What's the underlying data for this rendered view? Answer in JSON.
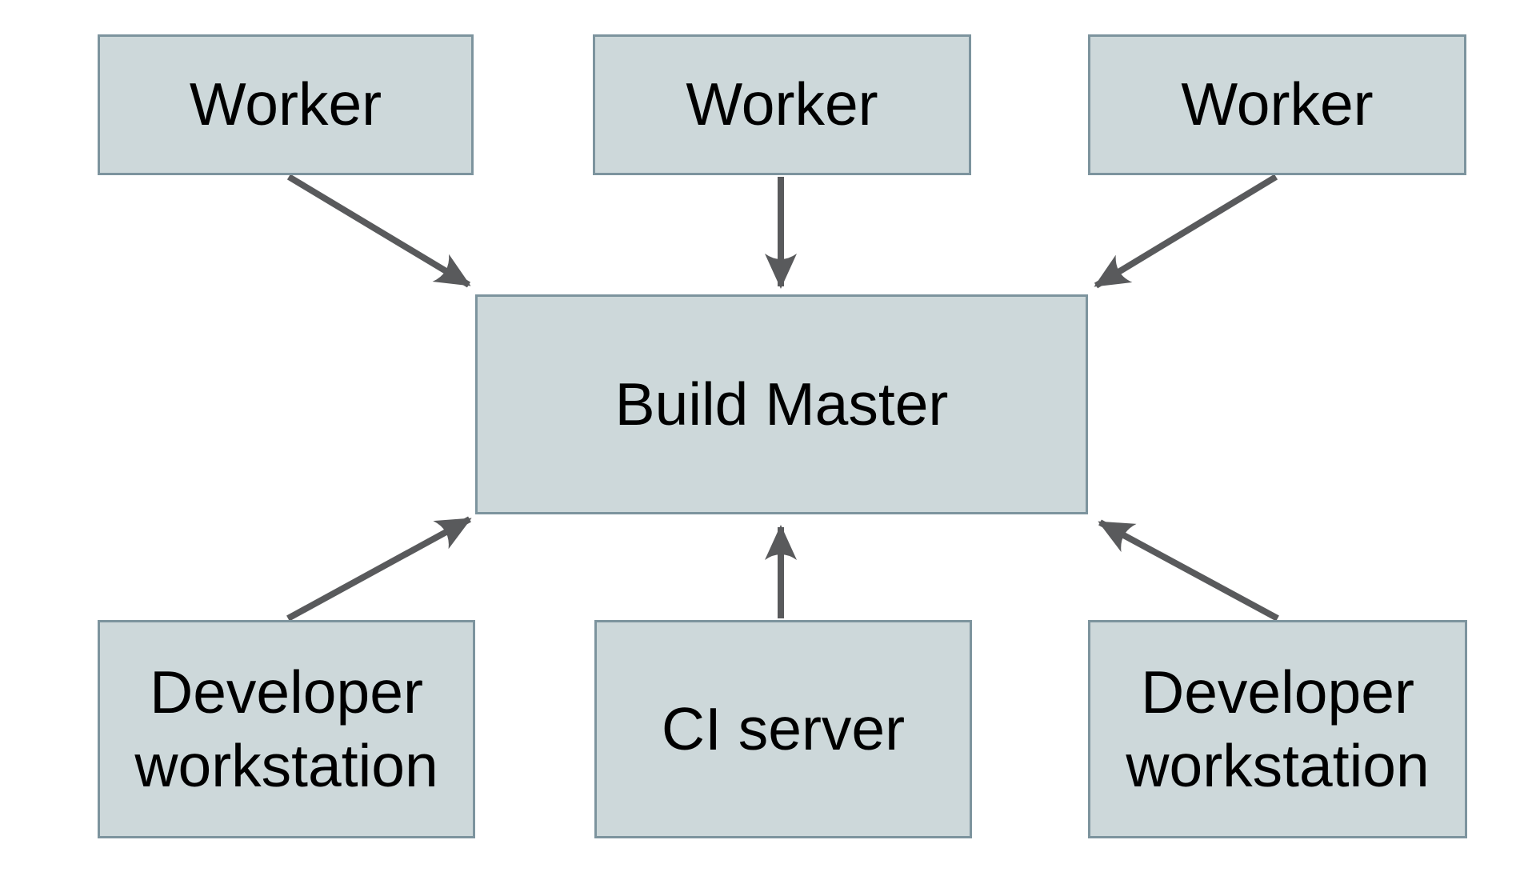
{
  "diagram": {
    "nodes": {
      "worker_1": {
        "label": "Worker"
      },
      "worker_2": {
        "label": "Worker"
      },
      "worker_3": {
        "label": "Worker"
      },
      "build_master": {
        "label": "Build Master"
      },
      "developer_workstation_left": {
        "label": "Developer workstation"
      },
      "ci_server": {
        "label": "CI server"
      },
      "developer_workstation_right": {
        "label": "Developer workstation"
      }
    },
    "edges": [
      {
        "from": "worker-1",
        "to": "build-master"
      },
      {
        "from": "worker-2",
        "to": "build-master"
      },
      {
        "from": "worker-3",
        "to": "build-master"
      },
      {
        "from": "developer-workstation-left",
        "to": "build-master"
      },
      {
        "from": "ci-server",
        "to": "build-master"
      },
      {
        "from": "developer-workstation-right",
        "to": "build-master"
      }
    ],
    "colors": {
      "background": "#ffffff",
      "node_fill": "#cdd8da",
      "node_border": "#7d949e",
      "arrow": "#595a5c",
      "text": "#000000"
    }
  }
}
